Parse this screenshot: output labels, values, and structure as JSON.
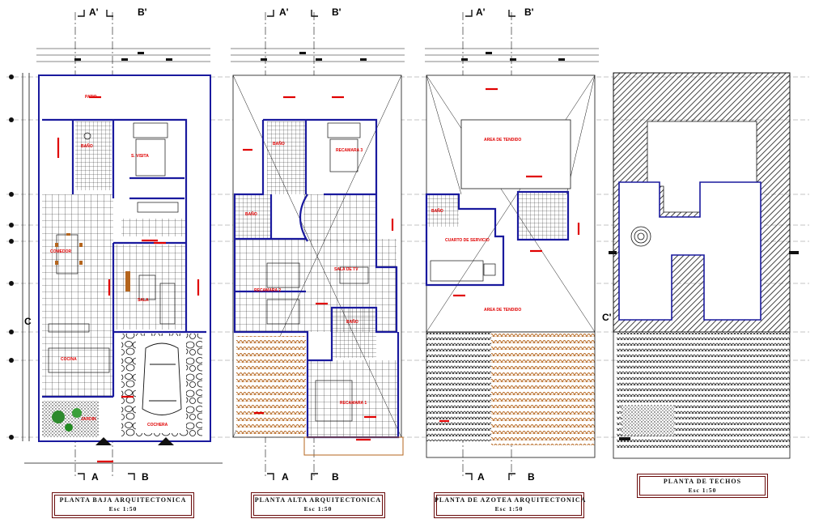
{
  "colors": {
    "wall": "#1a1a9e",
    "floor_grid": "#222222",
    "label_red": "#e00000",
    "roof_tile": "#b5651d",
    "outline": "#000000",
    "title_border": "#6a0a0a"
  },
  "section_cuts": {
    "top": [
      "A'",
      "B'"
    ],
    "bottom": [
      "A",
      "B"
    ],
    "side_left": "C",
    "side_right": "C'"
  },
  "plans": [
    {
      "title": "PLANTA BAJA ARQUITECTONICA",
      "scale": "Esc 1:50",
      "rooms": [
        "PATIO",
        "BAÑO",
        "S. VISITA",
        "COMEDOR",
        "SALA",
        "COCINA",
        "JARDIN",
        "COCHERA"
      ]
    },
    {
      "title": "PLANTA ALTA ARQUITECTONICA",
      "scale": "Esc 1:50",
      "rooms": [
        "BAÑO",
        "RECAMARA 3",
        "BAÑO",
        "SALA DE TV",
        "RECAMARA 2",
        "BAÑO",
        "RECAMARA 1"
      ]
    },
    {
      "title": "PLANTA DE AZOTEA ARQUITECTONICA",
      "scale": "Esc 1:50",
      "rooms": [
        "AREA DE TENDIDO",
        "BAÑO",
        "CUARTO DE SERVICIO",
        "AREA DE TENDIDO"
      ]
    },
    {
      "title": "PLANTA DE TECHOS",
      "scale": "Esc 1:50",
      "rooms": []
    }
  ]
}
